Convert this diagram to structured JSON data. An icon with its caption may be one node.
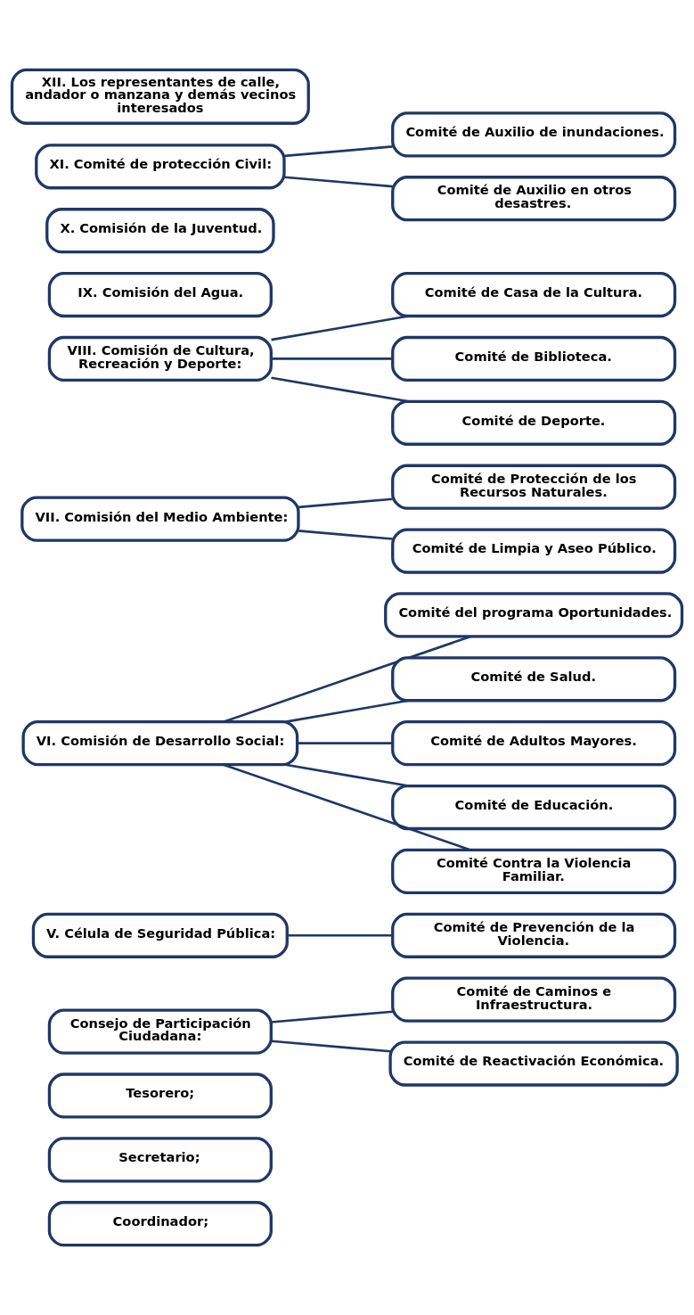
{
  "diagram": {
    "nodes": [
      {
        "text": [
          "Coordinador;"
        ]
      },
      {
        "text": [
          "Secretario;"
        ]
      },
      {
        "text": [
          "Tesorero;"
        ]
      },
      {
        "text": [
          "Consejo de Participación Ciudadana:"
        ]
      },
      {
        "text": [
          "Comité de Caminos e Infraestructura."
        ]
      },
      {
        "text": [
          "Comité de Reactivación Económica."
        ]
      },
      {
        "text": [
          "V. Célula de Seguridad Pública:"
        ]
      },
      {
        "text": [
          "Comité de Prevención de la Violencia."
        ]
      },
      {
        "text": [
          "Comité del programa Oportunidades."
        ]
      },
      {
        "text": [
          "VI. Comisión de Desarrollo Social:"
        ]
      },
      {
        "text": [
          "Comité de Salud."
        ]
      },
      {
        "text": [
          "Comité de Adultos Mayores."
        ]
      },
      {
        "text": [
          "Comité de Educación."
        ]
      },
      {
        "text": [
          "Comité Contra la Violencia Familiar."
        ]
      },
      {
        "text": [
          "Comité de Protección de los Recursos Naturales."
        ]
      },
      {
        "text": [
          "VII. Comisión del Medio Ambiente:"
        ]
      },
      {
        "text": [
          "Comité de Limpia y Aseo Público."
        ]
      },
      {
        "text": [
          "Comité de Casa de la Cultura."
        ]
      },
      {
        "text": [
          "VIII. Comisión de Cultura, Recreación y Deporte:"
        ]
      },
      {
        "text": [
          "Comité de Biblioteca."
        ]
      },
      {
        "text": [
          "IX. Comisión del Agua."
        ]
      },
      {
        "text": [
          "Comité de Deporte."
        ]
      },
      {
        "text": [
          "X. Comisión de la Juventud."
        ]
      },
      {
        "text": [
          "Comité de Auxilio de inundaciones."
        ]
      },
      {
        "text": [
          "XI. Comité de protección Civil:"
        ]
      },
      {
        "text": [
          "Comité de Auxilio en otros desastres."
        ]
      },
      {
        "text": [
          "XII. Los representantes de calle, andador o manzana y demás vecinos interesados"
        ]
      }
    ],
    "edges": [
      {
        "from": 3,
        "to": 4,
        "arrow": "none"
      },
      {
        "from": 3,
        "to": 5,
        "arrow": "none"
      },
      {
        "from": 6,
        "to": 7,
        "arrow": "none"
      },
      {
        "from": 9,
        "to": 8,
        "arrow": "none"
      },
      {
        "from": 9,
        "to": 10,
        "arrow": "none"
      },
      {
        "from": 9,
        "to": 11,
        "arrow": "none"
      },
      {
        "from": 9,
        "to": 12,
        "arrow": "none"
      },
      {
        "from": 9,
        "to": 13,
        "arrow": "none"
      },
      {
        "from": 15,
        "to": 14,
        "arrow": "none"
      },
      {
        "from": 15,
        "to": 16,
        "arrow": "none"
      },
      {
        "from": 18,
        "to": 17,
        "arrow": "none"
      },
      {
        "from": 18,
        "to": 19,
        "arrow": "none"
      },
      {
        "from": 18,
        "to": 21,
        "arrow": "none"
      },
      {
        "from": 24,
        "to": 23,
        "arrow": "none"
      },
      {
        "from": 24,
        "to": 25,
        "arrow": "none"
      }
    ]
  }
}
